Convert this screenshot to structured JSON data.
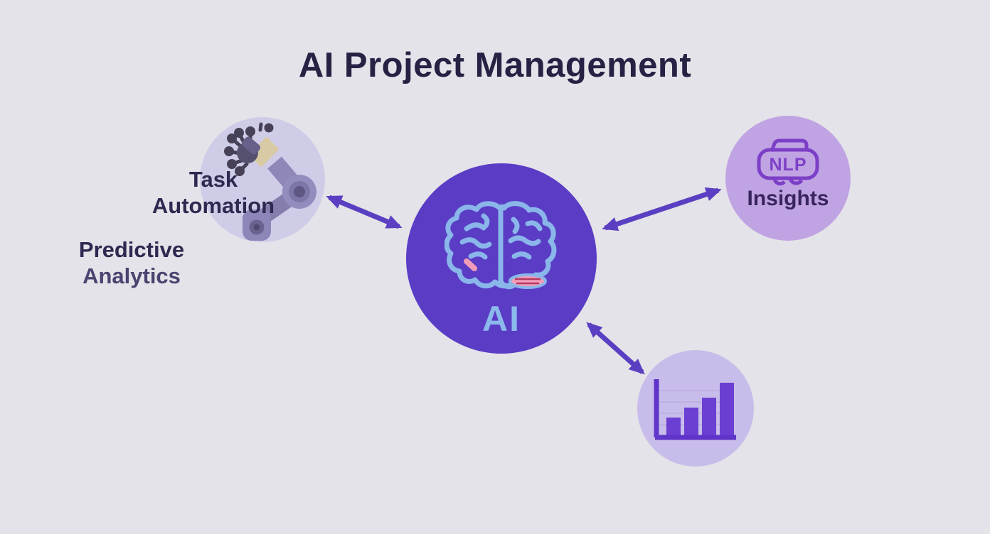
{
  "title": "AI Project Management",
  "diagram": {
    "center": {
      "label": "AI",
      "icon": "brain-icon"
    },
    "satellites": {
      "task_automation": {
        "label_line1": "Task",
        "label_line2": "Automation",
        "icon": "robot-arm-icon"
      },
      "predictive_analytics": {
        "label_line1": "Predictive",
        "label_line2": "Analytics"
      },
      "nlp_insights": {
        "bubble_text": "NLP",
        "label": "Insights",
        "icon": "speech-bubble-icon"
      },
      "analytics_chart": {
        "icon": "bar-chart-icon",
        "bar_heights_relative": [
          0.34,
          0.51,
          0.67,
          0.93
        ]
      }
    },
    "connections": [
      {
        "from": "ai-center",
        "to": "task-automation",
        "type": "double-headed-arrow"
      },
      {
        "from": "ai-center",
        "to": "nlp-insights",
        "type": "double-headed-arrow"
      },
      {
        "from": "ai-center",
        "to": "analytics-chart",
        "type": "double-headed-arrow"
      }
    ]
  },
  "colors": {
    "background": "#e4e3e9",
    "title_text": "#262244",
    "center_circle_fill": "#5a3cc5",
    "center_label_blue": "#8cb9ec",
    "brain_outline_blue": "#8ab6ea",
    "brain_accent_pink": "#f09cb8",
    "arrow_purple": "#5a3fc2",
    "task_circle_fill": "#cfcce8",
    "nlp_circle_fill": "#c0a3e3",
    "nlp_outline_purple": "#7c3fc6",
    "chart_circle_fill": "#c8bcea",
    "chart_bar_purple": "#6a3fd2",
    "dark_label_text": "#2e2950",
    "analytics_label_text": "#4a4470",
    "insights_label_text": "#38255f"
  }
}
